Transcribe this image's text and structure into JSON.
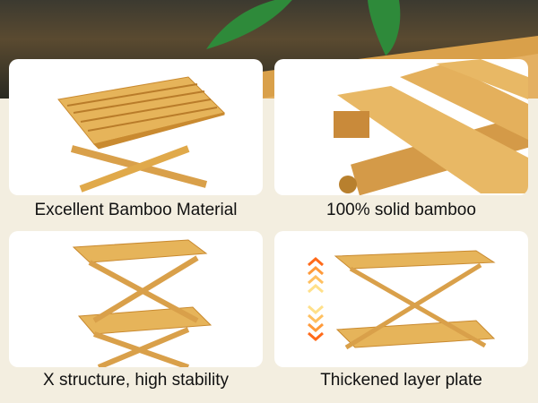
{
  "features": [
    {
      "caption": "Excellent Bamboo Material"
    },
    {
      "caption": "100% solid bamboo"
    },
    {
      "caption": "X structure, high stability"
    },
    {
      "caption": "Thickened layer plate"
    }
  ],
  "colors": {
    "bamboo": "#e0a94a",
    "bamboo_dark": "#b97c2a",
    "arrow_top": "#ff6a1a",
    "arrow_light": "#ffe08a",
    "background": "#f3eee0"
  }
}
